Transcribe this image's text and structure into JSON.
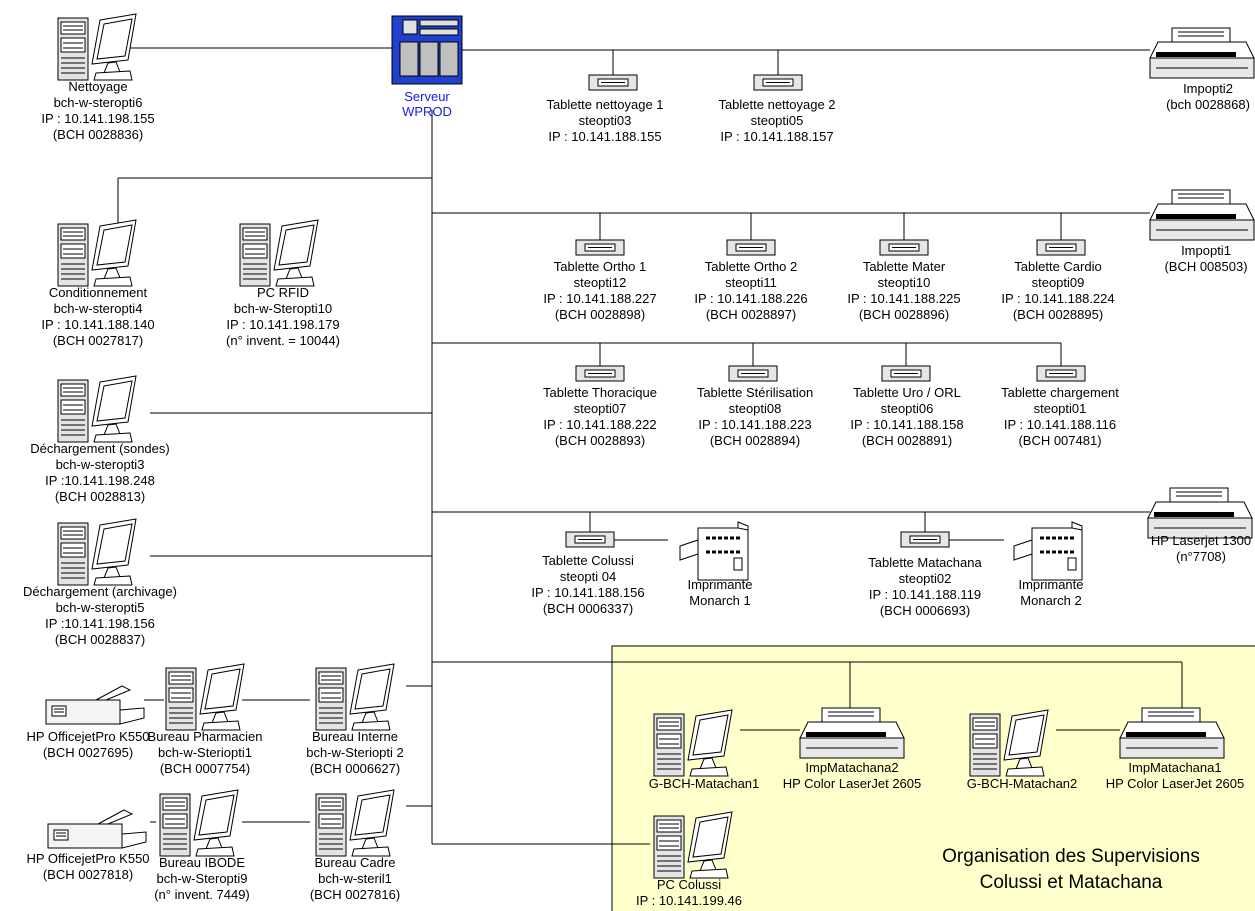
{
  "server": {
    "lines": [
      "Serveur",
      "WPROD"
    ]
  },
  "zone": {
    "title_lines": [
      "Organisation des Supervisions",
      "Colussi et Matachana"
    ],
    "fill": "#ffffcc"
  },
  "workstations": [
    {
      "id": "nettoyage",
      "lines": [
        "Nettoyage",
        "bch-w-steropti6",
        "IP : 10.141.198.155",
        "(BCH 0028836)"
      ]
    },
    {
      "id": "conditionnement",
      "lines": [
        "Conditionnement",
        "bch-w-steropti4",
        "IP : 10.141.188.140",
        "(BCH 0027817)"
      ]
    },
    {
      "id": "pc-rfid",
      "lines": [
        "PC RFID",
        "bch-w-Steropti10",
        "IP : 10.141.198.179",
        "(n° invent. = 10044)"
      ]
    },
    {
      "id": "dechargement-sondes",
      "lines": [
        "Déchargement (sondes)",
        "bch-w-steropti3",
        "IP :10.141.198.248",
        "(BCH 0028813)"
      ]
    },
    {
      "id": "dechargement-archivage",
      "lines": [
        "Déchargement (archivage)",
        "bch-w-steropti5",
        "IP :10.141.198.156",
        "(BCH 0028837)"
      ]
    },
    {
      "id": "bureau-pharmacien",
      "lines": [
        "Bureau Pharmacien",
        "bch-w-Steriopti1",
        "(BCH 0007754)"
      ]
    },
    {
      "id": "bureau-interne",
      "lines": [
        "Bureau Interne",
        "bch-w-Steriopti 2",
        "(BCH 0006627)"
      ]
    },
    {
      "id": "bureau-ibode",
      "lines": [
        "Bureau IBODE",
        "bch-w-Steropti9",
        "(n° invent. 7449)"
      ]
    },
    {
      "id": "bureau-cadre",
      "lines": [
        "Bureau Cadre",
        "bch-w-steril1",
        "(BCH 0027816)"
      ]
    },
    {
      "id": "g-bch-matachan1",
      "lines": [
        "G-BCH-Matachan1"
      ]
    },
    {
      "id": "g-bch-matachan2",
      "lines": [
        "G-BCH-Matachan2"
      ]
    },
    {
      "id": "pc-colussi",
      "lines": [
        "PC Colussi",
        "IP : 10.141.199.46"
      ]
    }
  ],
  "tablets": [
    {
      "id": "nettoyage-1",
      "lines": [
        "Tablette nettoyage 1",
        "steopti03",
        "IP : 10.141.188.155"
      ]
    },
    {
      "id": "nettoyage-2",
      "lines": [
        "Tablette nettoyage 2",
        "steopti05",
        "IP : 10.141.188.157"
      ]
    },
    {
      "id": "ortho-1",
      "lines": [
        "Tablette Ortho 1",
        "steopti12",
        "IP : 10.141.188.227",
        "(BCH 0028898)"
      ]
    },
    {
      "id": "ortho-2",
      "lines": [
        "Tablette Ortho 2",
        "steopti11",
        "IP : 10.141.188.226",
        "(BCH 0028897)"
      ]
    },
    {
      "id": "mater",
      "lines": [
        "Tablette Mater",
        "steopti10",
        "IP : 10.141.188.225",
        "(BCH 0028896)"
      ]
    },
    {
      "id": "cardio",
      "lines": [
        "Tablette Cardio",
        "steopti09",
        "IP : 10.141.188.224",
        "(BCH 0028895)"
      ]
    },
    {
      "id": "thoracique",
      "lines": [
        "Tablette Thoracique",
        "steopti07",
        "IP : 10.141.188.222",
        "(BCH 0028893)"
      ]
    },
    {
      "id": "sterilisation",
      "lines": [
        "Tablette Stérilisation",
        "steopti08",
        "IP : 10.141.188.223",
        "(BCH 0028894)"
      ]
    },
    {
      "id": "uro-orl",
      "lines": [
        "Tablette Uro / ORL",
        "steopti06",
        "IP : 10.141.188.158",
        "(BCH 0028891)"
      ]
    },
    {
      "id": "chargement",
      "lines": [
        "Tablette chargement",
        "steopti01",
        "IP : 10.141.188.116",
        "(BCH 007481)"
      ]
    },
    {
      "id": "colussi",
      "lines": [
        "Tablette Colussi",
        "steopti 04",
        "IP : 10.141.188.156",
        "(BCH 0006337)"
      ]
    },
    {
      "id": "matachana",
      "lines": [
        "Tablette Matachana",
        "steopti02",
        "IP : 10.141.188.119",
        "(BCH 0006693)"
      ]
    }
  ],
  "printers": [
    {
      "id": "impopti2",
      "lines": [
        "Impopti2",
        "(bch 0028868)"
      ]
    },
    {
      "id": "impopti1",
      "lines": [
        "Impopti1",
        "(BCH 008503)"
      ]
    },
    {
      "id": "hp-laserjet-1300",
      "lines": [
        "HP Laserjet 1300",
        "(n°7708)"
      ]
    },
    {
      "id": "monarch-1",
      "lines": [
        "Imprimante",
        "Monarch 1"
      ]
    },
    {
      "id": "monarch-2",
      "lines": [
        "Imprimante",
        "Monarch 2"
      ]
    },
    {
      "id": "officejet-1",
      "lines": [
        "HP OfficejetPro K550",
        "(BCH 0027695)"
      ]
    },
    {
      "id": "officejet-2",
      "lines": [
        "HP OfficejetPro K550",
        "(BCH 0027818)"
      ]
    },
    {
      "id": "impmatachana2",
      "lines": [
        "ImpMatachana2",
        "HP Color LaserJet 2605"
      ]
    },
    {
      "id": "impmatachana1",
      "lines": [
        "ImpMatachana1",
        "HP Color LaserJet 2605"
      ]
    }
  ]
}
